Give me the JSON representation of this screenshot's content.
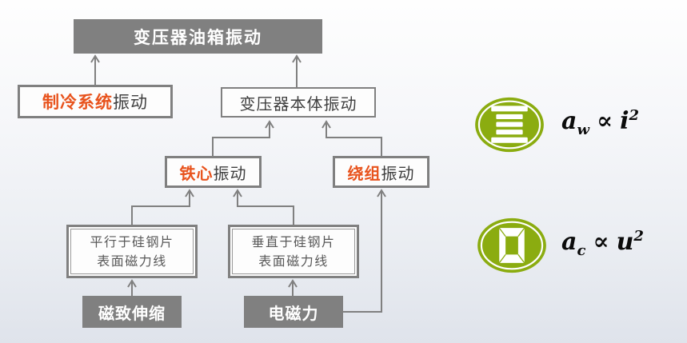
{
  "palette": {
    "node_gray": "#808080",
    "accent_orange": "#e8531d",
    "text_dark": "#404040",
    "text_gray": "#595959",
    "icon_green": "#8bac10",
    "arrow_gray": "#808080"
  },
  "diagram": {
    "tank": {
      "label": "变压器油箱振动"
    },
    "cooling": {
      "highlight": "制冷系统",
      "rest": "振动"
    },
    "body": {
      "label": "变压器本体振动"
    },
    "core": {
      "highlight": "铁心",
      "rest": "振动"
    },
    "winding": {
      "highlight": "绕组",
      "rest": "振动"
    },
    "parallel": {
      "line1": "平行于硅钢片",
      "line2": "表面磁力线"
    },
    "perpendicular": {
      "line1": "垂直于硅钢片",
      "line2": "表面磁力线"
    },
    "magnetostriction": {
      "label": "磁致伸缩"
    },
    "electromagnetic_force": {
      "label": "电磁力"
    }
  },
  "legend": {
    "winding_formula": {
      "icon": "winding-coil-icon",
      "lhs_var": "a",
      "lhs_sub": "w",
      "relation": "∝",
      "rhs_var": "i",
      "rhs_sup": "2"
    },
    "core_formula": {
      "icon": "core-lamination-icon",
      "lhs_var": "a",
      "lhs_sub": "c",
      "relation": "∝",
      "rhs_var": "u",
      "rhs_sup": "2"
    }
  }
}
